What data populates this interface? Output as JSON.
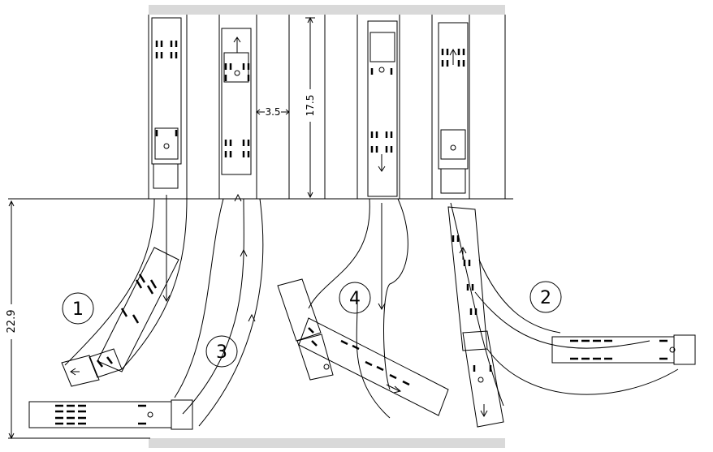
{
  "dimensions": {
    "bay_gap": "3.5",
    "bay_depth": "17.5",
    "yard_depth": "22.9"
  },
  "markers": [
    "1",
    "2",
    "3",
    "4"
  ]
}
